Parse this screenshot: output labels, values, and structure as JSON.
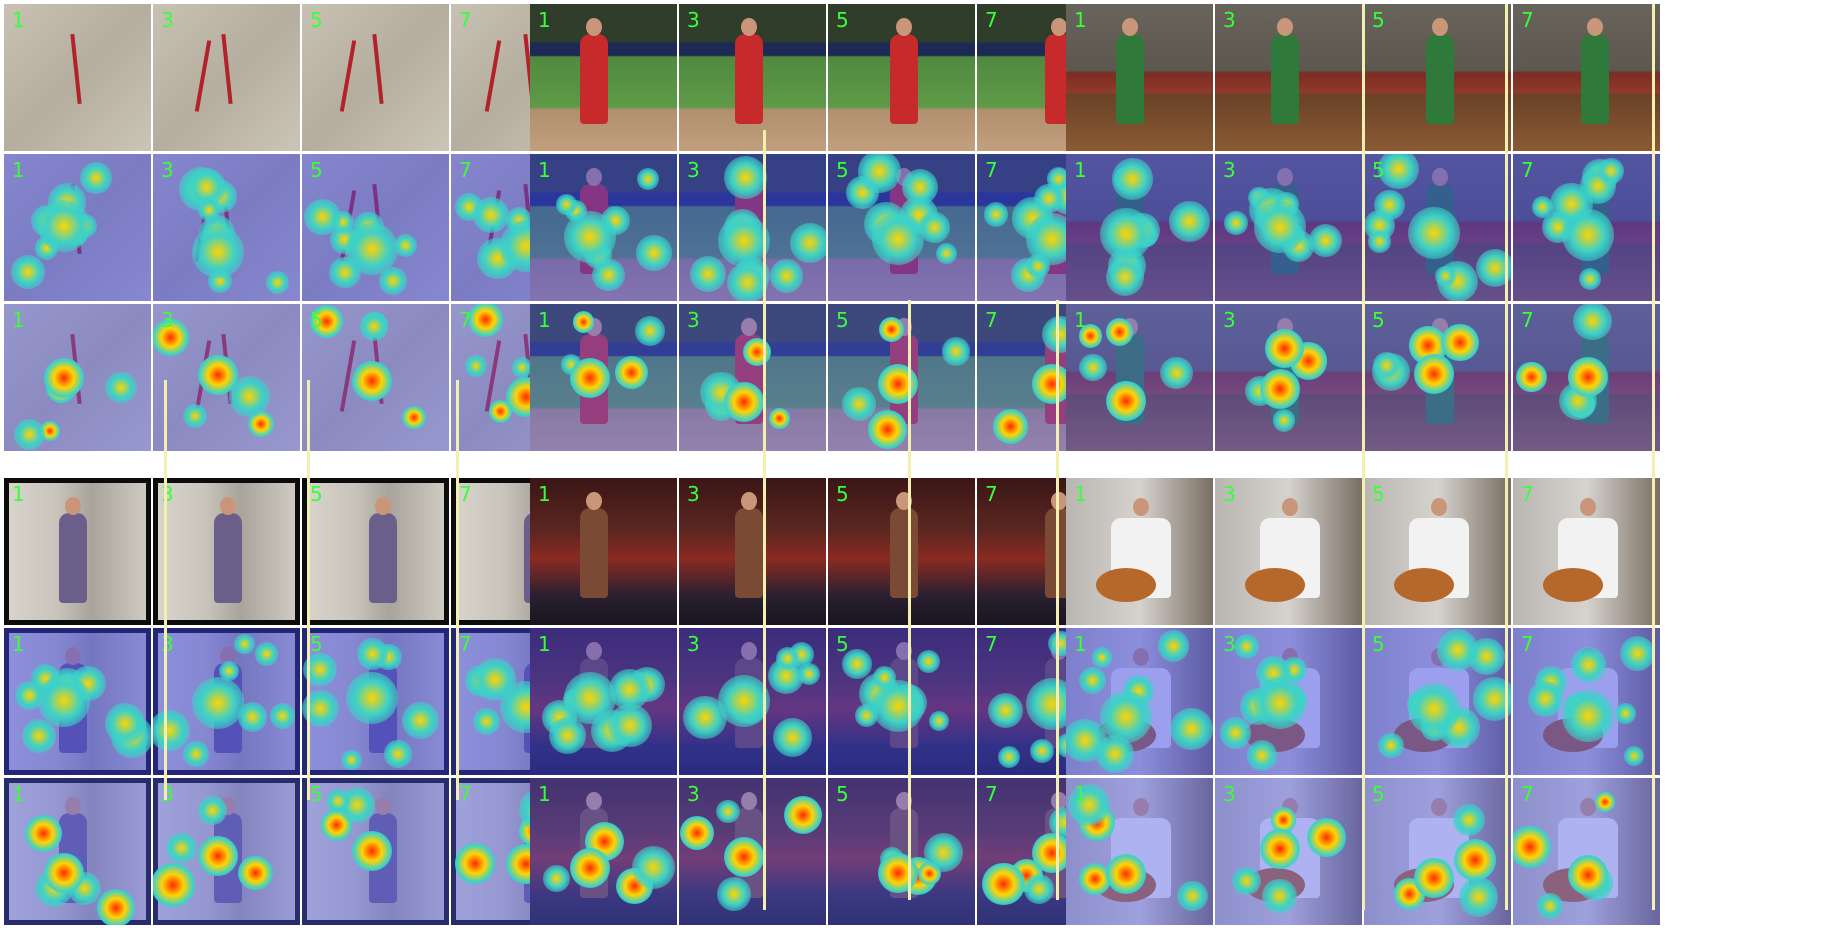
{
  "figure": {
    "frame_labels": [
      "1",
      "3",
      "5",
      "7"
    ],
    "row_types": [
      "original-frames",
      "attention-map-a",
      "attention-map-b"
    ],
    "panels": [
      {
        "id": "pens",
        "scene": "wood",
        "position": "top-left"
      },
      {
        "id": "baseball-pitch",
        "scene": "field",
        "position": "top-center"
      },
      {
        "id": "table-tennis",
        "scene": "gym",
        "position": "top-right"
      },
      {
        "id": "eating",
        "scene": "office",
        "position": "bottom-left"
      },
      {
        "id": "boxing",
        "scene": "box",
        "position": "bottom-center"
      },
      {
        "id": "guitar",
        "scene": "stage",
        "position": "bottom-right"
      }
    ],
    "colors": {
      "frame_number": "#39ff39",
      "divider_line": "#f3efb0",
      "heat_hot": "#ff2a00",
      "heat_warm": "#ffd400",
      "heat_cool": "#3cd2c8",
      "tint": "#3c46eb"
    }
  }
}
